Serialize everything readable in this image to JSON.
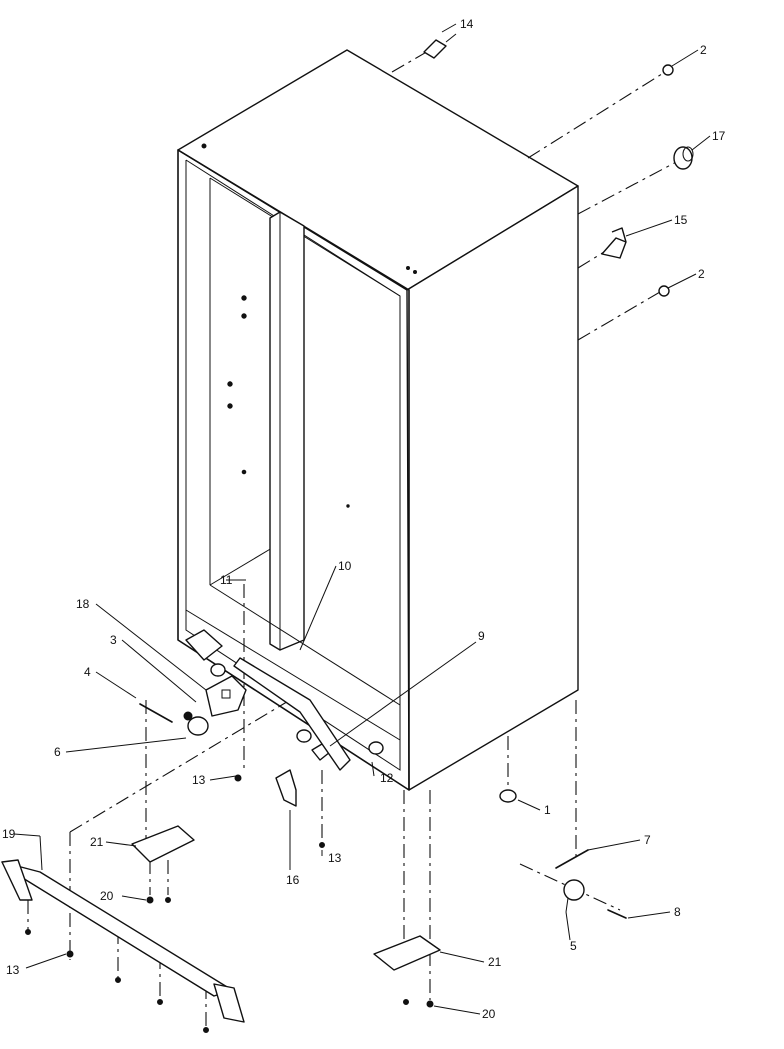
{
  "callouts": [
    {
      "id": "c14",
      "text": "14"
    },
    {
      "id": "c2a",
      "text": "2"
    },
    {
      "id": "c17",
      "text": "17"
    },
    {
      "id": "c15",
      "text": "15"
    },
    {
      "id": "c2b",
      "text": "2"
    },
    {
      "id": "c10",
      "text": "10"
    },
    {
      "id": "c11",
      "text": "11"
    },
    {
      "id": "c18",
      "text": "18"
    },
    {
      "id": "c3",
      "text": "3"
    },
    {
      "id": "c4",
      "text": "4"
    },
    {
      "id": "c6",
      "text": "6"
    },
    {
      "id": "c9",
      "text": "9"
    },
    {
      "id": "c13a",
      "text": "13"
    },
    {
      "id": "c12",
      "text": "12"
    },
    {
      "id": "c1",
      "text": "1"
    },
    {
      "id": "c13b",
      "text": "13"
    },
    {
      "id": "c16",
      "text": "16"
    },
    {
      "id": "c7",
      "text": "7"
    },
    {
      "id": "c8",
      "text": "8"
    },
    {
      "id": "c5",
      "text": "5"
    },
    {
      "id": "c19",
      "text": "19"
    },
    {
      "id": "c21a",
      "text": "21"
    },
    {
      "id": "c20a",
      "text": "20"
    },
    {
      "id": "c13c",
      "text": "13"
    },
    {
      "id": "c21b",
      "text": "21"
    },
    {
      "id": "c20b",
      "text": "20"
    }
  ]
}
